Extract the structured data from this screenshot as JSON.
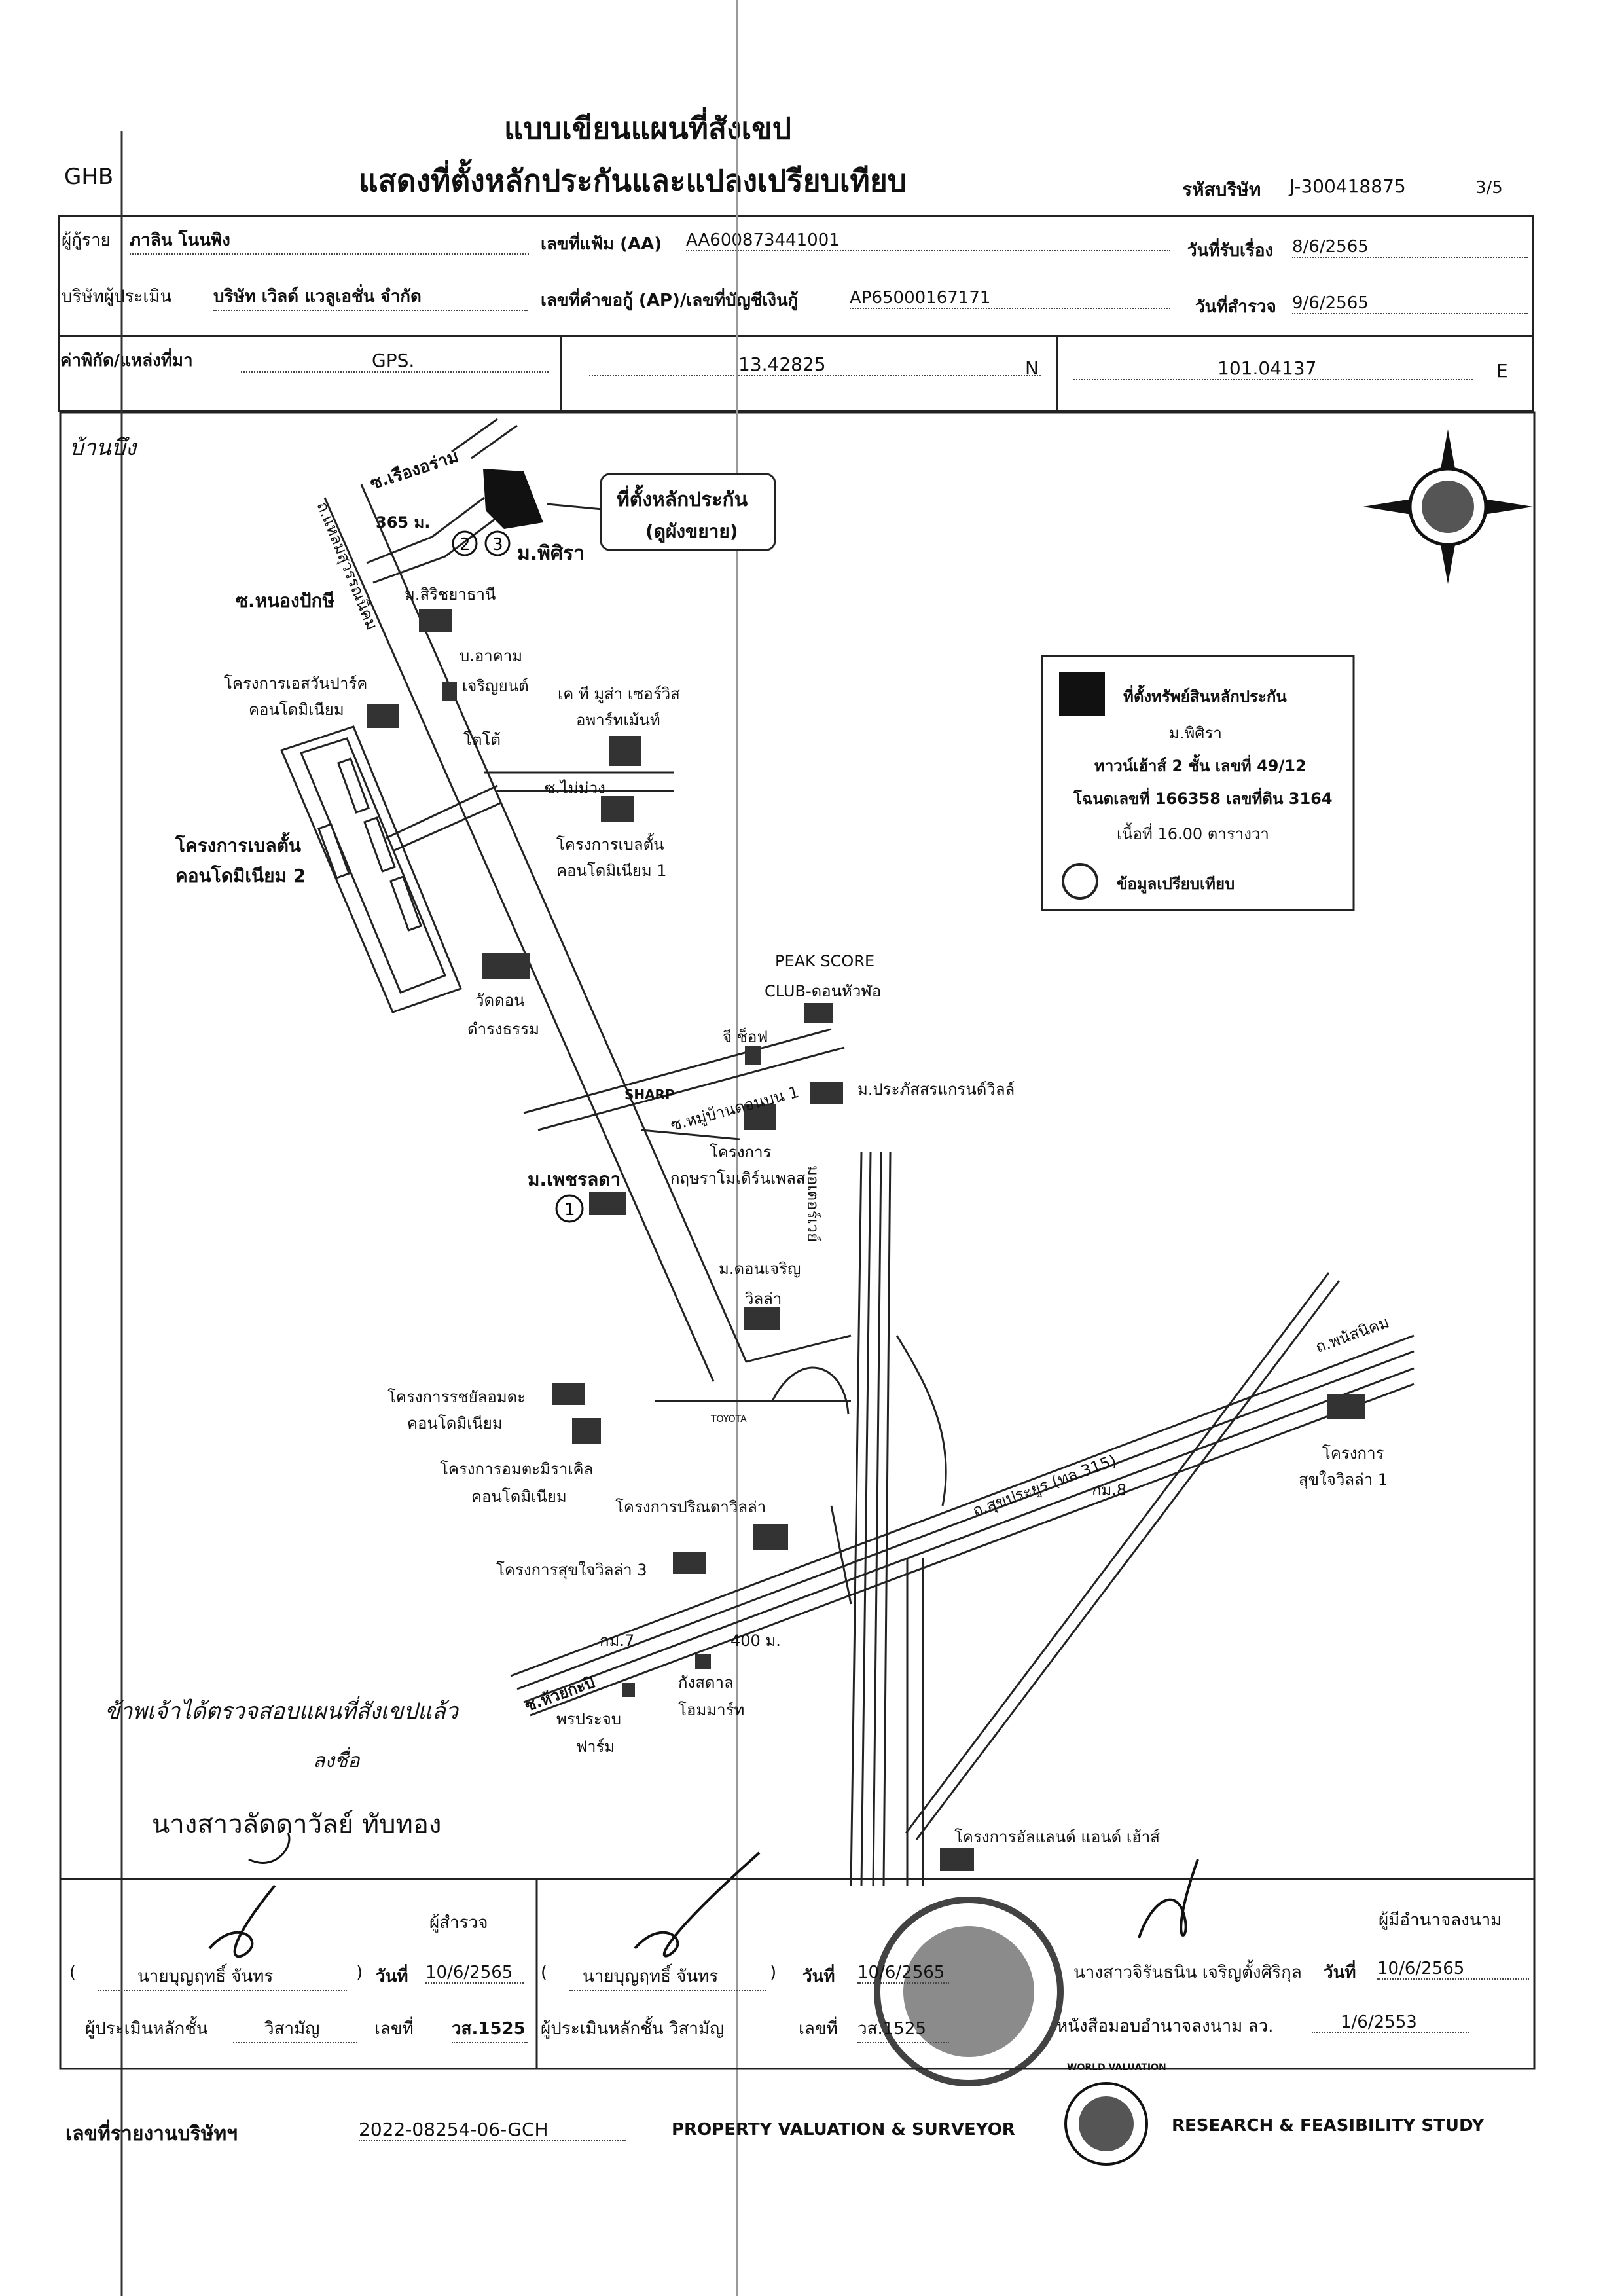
{
  "header": {
    "title_line1": "แบบเขียนแผนที่สังเขป",
    "title_line2": "แสดงที่ตั้งหลักประกันและแปลงเปรียบเทียบ",
    "left_code": "GHB",
    "company_code_label": "รหัสบริษัท",
    "company_code": "J-300418875",
    "page": "3/5"
  },
  "info": {
    "applicant_label": "ผู้กู้ราย",
    "applicant": "ภาลิน โนนพิง",
    "file_no_label": "เลขที่แฟ้ม (AA)",
    "file_no": "AA600873441001",
    "received_label": "วันที่รับเรื่อง",
    "received_date": "8/6/2565",
    "appraiser_company_label": "บริษัทผู้ประเมิน",
    "appraiser_company": "บริษัท เวิลด์ แวลูเอชั่น จำกัด",
    "request_no_label": "เลขที่คำขอกู้ (AP)/เลขที่บัญชีเงินกู้",
    "request_no": "AP65000167171",
    "inspect_label": "วันที่สำรวจ",
    "inspect_date": "9/6/2565",
    "coord_label": "ค่าพิกัด/แหล่งที่มา",
    "coord_source": "GPS.",
    "lat": "13.42825",
    "lat_dir": "N",
    "lon": "101.04137",
    "lon_dir": "E"
  },
  "map": {
    "handwritten_top": "บ้านบึง",
    "collateral_callout_1": "ที่ตั้งหลักประกัน",
    "collateral_callout_2": "(ดูผังขยาย)",
    "soi_rueang": "ซ.เรืองอร่าม",
    "dist_365": "365 ม.",
    "moo_pisira": "ม.พิศิรา",
    "soi_nong": "ซ.หนองปักษี",
    "road_vertical": "ถ.แหลมสุวรรณนิคม",
    "sirichai": "ม.สิริชยาธานี",
    "arkam": "บ.อาคาม",
    "charoenyont": "เจริญยนต์",
    "toto": "โตโต้",
    "es_park_1": "โครงการเอสวันปาร์ค",
    "es_park_2": "คอนโดมิเนียม",
    "kt_1": "เค ที มูส่า เซอร์วิส",
    "kt_2": "อพาร์ทเม้นท์",
    "soi_maimai": "ซ.ไม่ม่วง",
    "belton1_1": "โครงการเบลตั้น",
    "belton1_2": "คอนโดมิเนียม 1",
    "belton2_1": "โครงการเบลตั้น",
    "belton2_2": "คอนโดมิเนียม 2",
    "wat_1": "วัดดอน",
    "wat_2": "ดำรงธรรม",
    "peak_1": "PEAK SCORE",
    "peak_2": "CLUB-ดอนหัวฬ่อ",
    "gshop": "จี ช็อฟ",
    "sharp": "SHARP",
    "soi_mubaan": "ซ.หมู่บ้านดอนบน 1",
    "prapat": "ม.ประภัสสรแกรนด์วิลล์",
    "krit_1": "โครงการ",
    "krit_2": "กฤษราโมเดิร์นเพลส",
    "phutsorn": "ม.เพชรลดา",
    "dornchern_1": "ม.ดอนเจริญ",
    "dornchern_2": "วิลล่า",
    "motorway": "มอเตอร์เวย์",
    "rachayam_1": "โครงการรชยัลอมดะ",
    "rachayam_2": "คอนโดมิเนียม",
    "amata_1": "โครงการอมตะมิราเคิล",
    "amata_2": "คอนโดมิเนียม",
    "toyota": "TOYOTA",
    "prin": "โครงการปริณดาวิลล่า",
    "sukjai3": "โครงการสุขใจวิลล่า 3",
    "sukjai1_1": "โครงการ",
    "sukjai1_2": "สุขใจวิลล่า 1",
    "road_diag": "ถ.สุขประยูร (ทล.315)",
    "km8": "กม.8",
    "km7": "กม.7",
    "road_phanasnikhom": "ถ.พนัสนิคม",
    "soi_huai": "ซ.ห้วยกะปิ",
    "dist_400": "400 ม.",
    "kangsadan_1": "กังสดาล",
    "kangsadan_2": "โฮมมาร์ท",
    "pornprachup_1": "พรประจบ",
    "pornprachup_2": "ฟาร์ม",
    "island": "โครงการอัลแลนด์ แอนด์ เฮ้าส์",
    "handwritten_note_1": "ข้าพเจ้าได้ตรวจสอบแผนที่สังเขปแล้ว",
    "handwritten_note_2": "ลงชื่อ",
    "signed_name": "นางสาวลัดดาวัลย์  ทับทอง"
  },
  "legend": {
    "title": "ที่ตั้งทรัพย์สินหลักประกัน",
    "line1": "ม.พิศิรา",
    "line2": "ทาวน์เฮ้าส์ 2 ชั้น เลขที่ 49/12",
    "line3": "โฉนดเลขที่ 166358 เลขที่ดิน 3164",
    "line4": "เนื้อที่ 16.00 ตารางวา",
    "compare": "ข้อมูลเปรียบเทียบ"
  },
  "footer": {
    "surveyor_label": "ผู้สำรวจ",
    "surveyor_name": "นายบุญฤทธิ์ จันทร",
    "date_label": "วันที่",
    "surveyor_date": "10/6/2565",
    "appraiser_role_label": "ผู้ประเมินหลักชั้น",
    "appraiser_level": "วิสามัญ",
    "no_label": "เลขที่",
    "appraiser_no": "วส.1525",
    "reviewer_name": "นายบุญฤทธิ์ จันทร",
    "reviewer_role": "ผู้ประเมินหลักชั้น วิสามัญ",
    "reviewer_date": "10/6/2565",
    "reviewer_no": "วส.1525",
    "authorized_label": "ผู้มีอำนาจลงนาม",
    "authorized_name": "นางสาวจิรันธนิน เจริญตั้งศิริกุล",
    "authorized_date": "10/6/2565",
    "authorization_label": "หนังสือมอบอำนาจลงนาม ลว.",
    "authorization_date": "1/6/2553",
    "report_no_label": "เลขที่รายงานบริษัทฯ",
    "report_no": "2022-08254-06-GCH",
    "tagline_left": "PROPERTY VALUATION & SURVEYOR",
    "tagline_right": "RESEARCH & FEASIBILITY STUDY",
    "logo_text": "WORLD VALUATION"
  }
}
